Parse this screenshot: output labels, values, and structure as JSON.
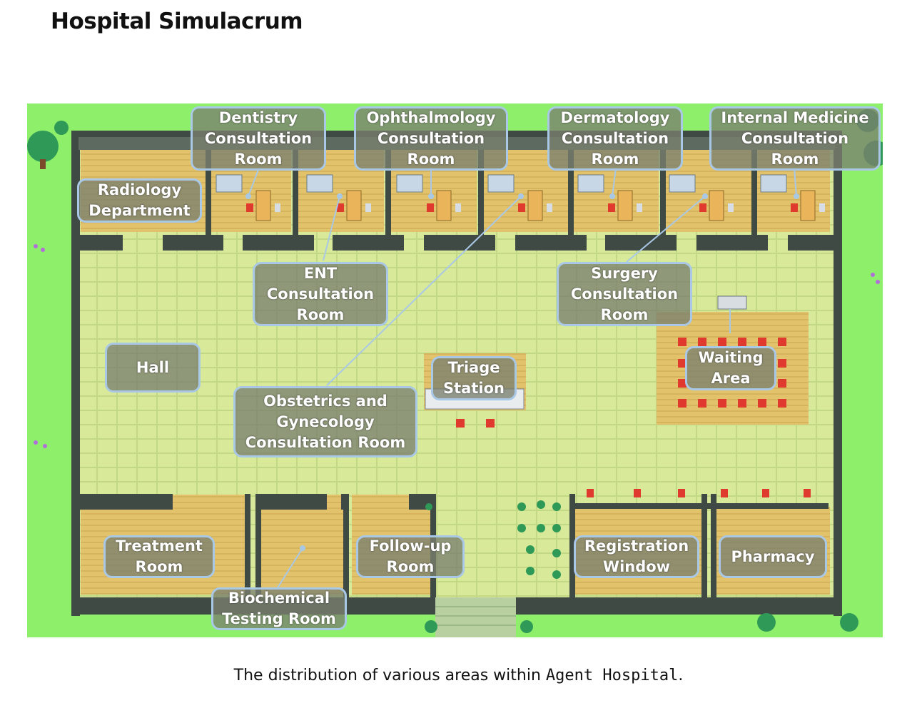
{
  "title": "Hospital Simulacrum",
  "caption": {
    "prefix": "The distribution of various areas within ",
    "code": "Agent Hospital",
    "suffix": "."
  },
  "colors": {
    "grass": "#8ef06a",
    "floor": "#d8ea9a",
    "wood": "#e2c26a",
    "wall": "#3f4a45",
    "label_bg": "#7a806e",
    "label_border": "#a9c8e6",
    "chair": "#e03a2e"
  },
  "areas": {
    "dentistry": [
      "Dentistry",
      "Consultation",
      "Room"
    ],
    "ophthalmology": [
      "Ophthalmology",
      "Consultation",
      "Room"
    ],
    "dermatology": [
      "Dermatology",
      "Consultation",
      "Room"
    ],
    "internal_medicine": [
      "Internal Medicine",
      "Consultation",
      "Room"
    ],
    "radiology": [
      "Radiology",
      "Department"
    ],
    "ent": [
      "ENT",
      "Consultation",
      "Room"
    ],
    "surgery": [
      "Surgery",
      "Consultation",
      "Room"
    ],
    "hall": [
      "Hall"
    ],
    "triage": [
      "Triage",
      "Station"
    ],
    "waiting": [
      "Waiting",
      "Area"
    ],
    "obgyn": [
      "Obstetrics and",
      "Gynecology",
      "Consultation Room"
    ],
    "treatment": [
      "Treatment",
      "Room"
    ],
    "biochemical": [
      "Biochemical",
      "Testing Room"
    ],
    "followup": [
      "Follow-up",
      "Room"
    ],
    "registration": [
      "Registration",
      "Window"
    ],
    "pharmacy": [
      "Pharmacy"
    ]
  }
}
